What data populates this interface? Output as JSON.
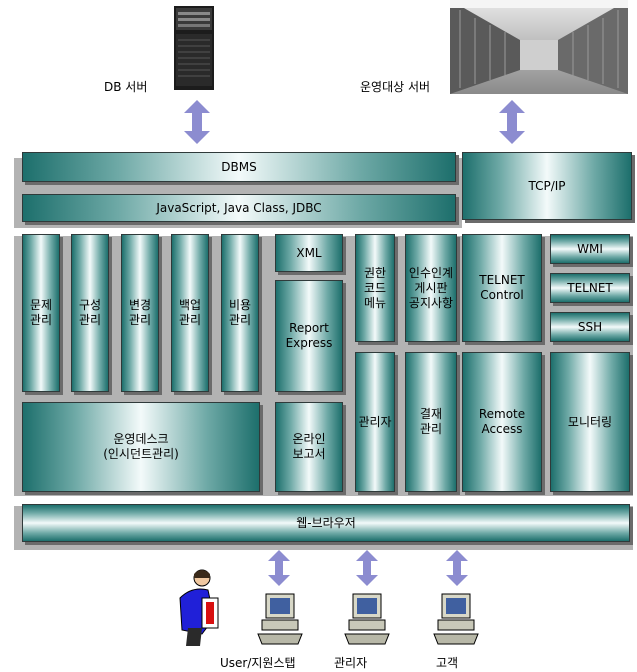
{
  "labels": {
    "db_server": "DB 서버",
    "target_server": "운영대상 서버",
    "dbms": "DBMS",
    "tcpip": "TCP/IP",
    "java": "JavaScript, Java Class, JDBC",
    "problem_mgmt": "문제\n관리",
    "config_mgmt": "구성\n관리",
    "change_mgmt": "변경\n관리",
    "backup_mgmt": "백업\n관리",
    "cost_mgmt": "비용\n관리",
    "xml": "XML",
    "report_express": "Report\nExpress",
    "auth_code_menu": "권한\n코드\n메뉴",
    "handover_board": "인수인계\n게시판\n공지사항",
    "telnet_control": "TELNET\nControl",
    "wmi": "WMI",
    "telnet": "TELNET",
    "ssh": "SSH",
    "ops_desk": "운영데스크\n(인시던트관리)",
    "online_report": "온라인\n보고서",
    "admin": "관리자",
    "approval_mgmt": "결재\n관리",
    "remote_access": "Remote\nAccess",
    "monitoring": "모니터링",
    "web_browser": "웹-브라우저",
    "user_support": "User/지원스탭",
    "admin_user": "관리자",
    "customer": "고객"
  },
  "colors": {
    "box_dark": "#1d6f6c",
    "box_mid": "#6ea9a6",
    "box_light": "#f3fafa",
    "panel_gray": "#b3b3b3",
    "arrow": "#8c8cd0"
  }
}
